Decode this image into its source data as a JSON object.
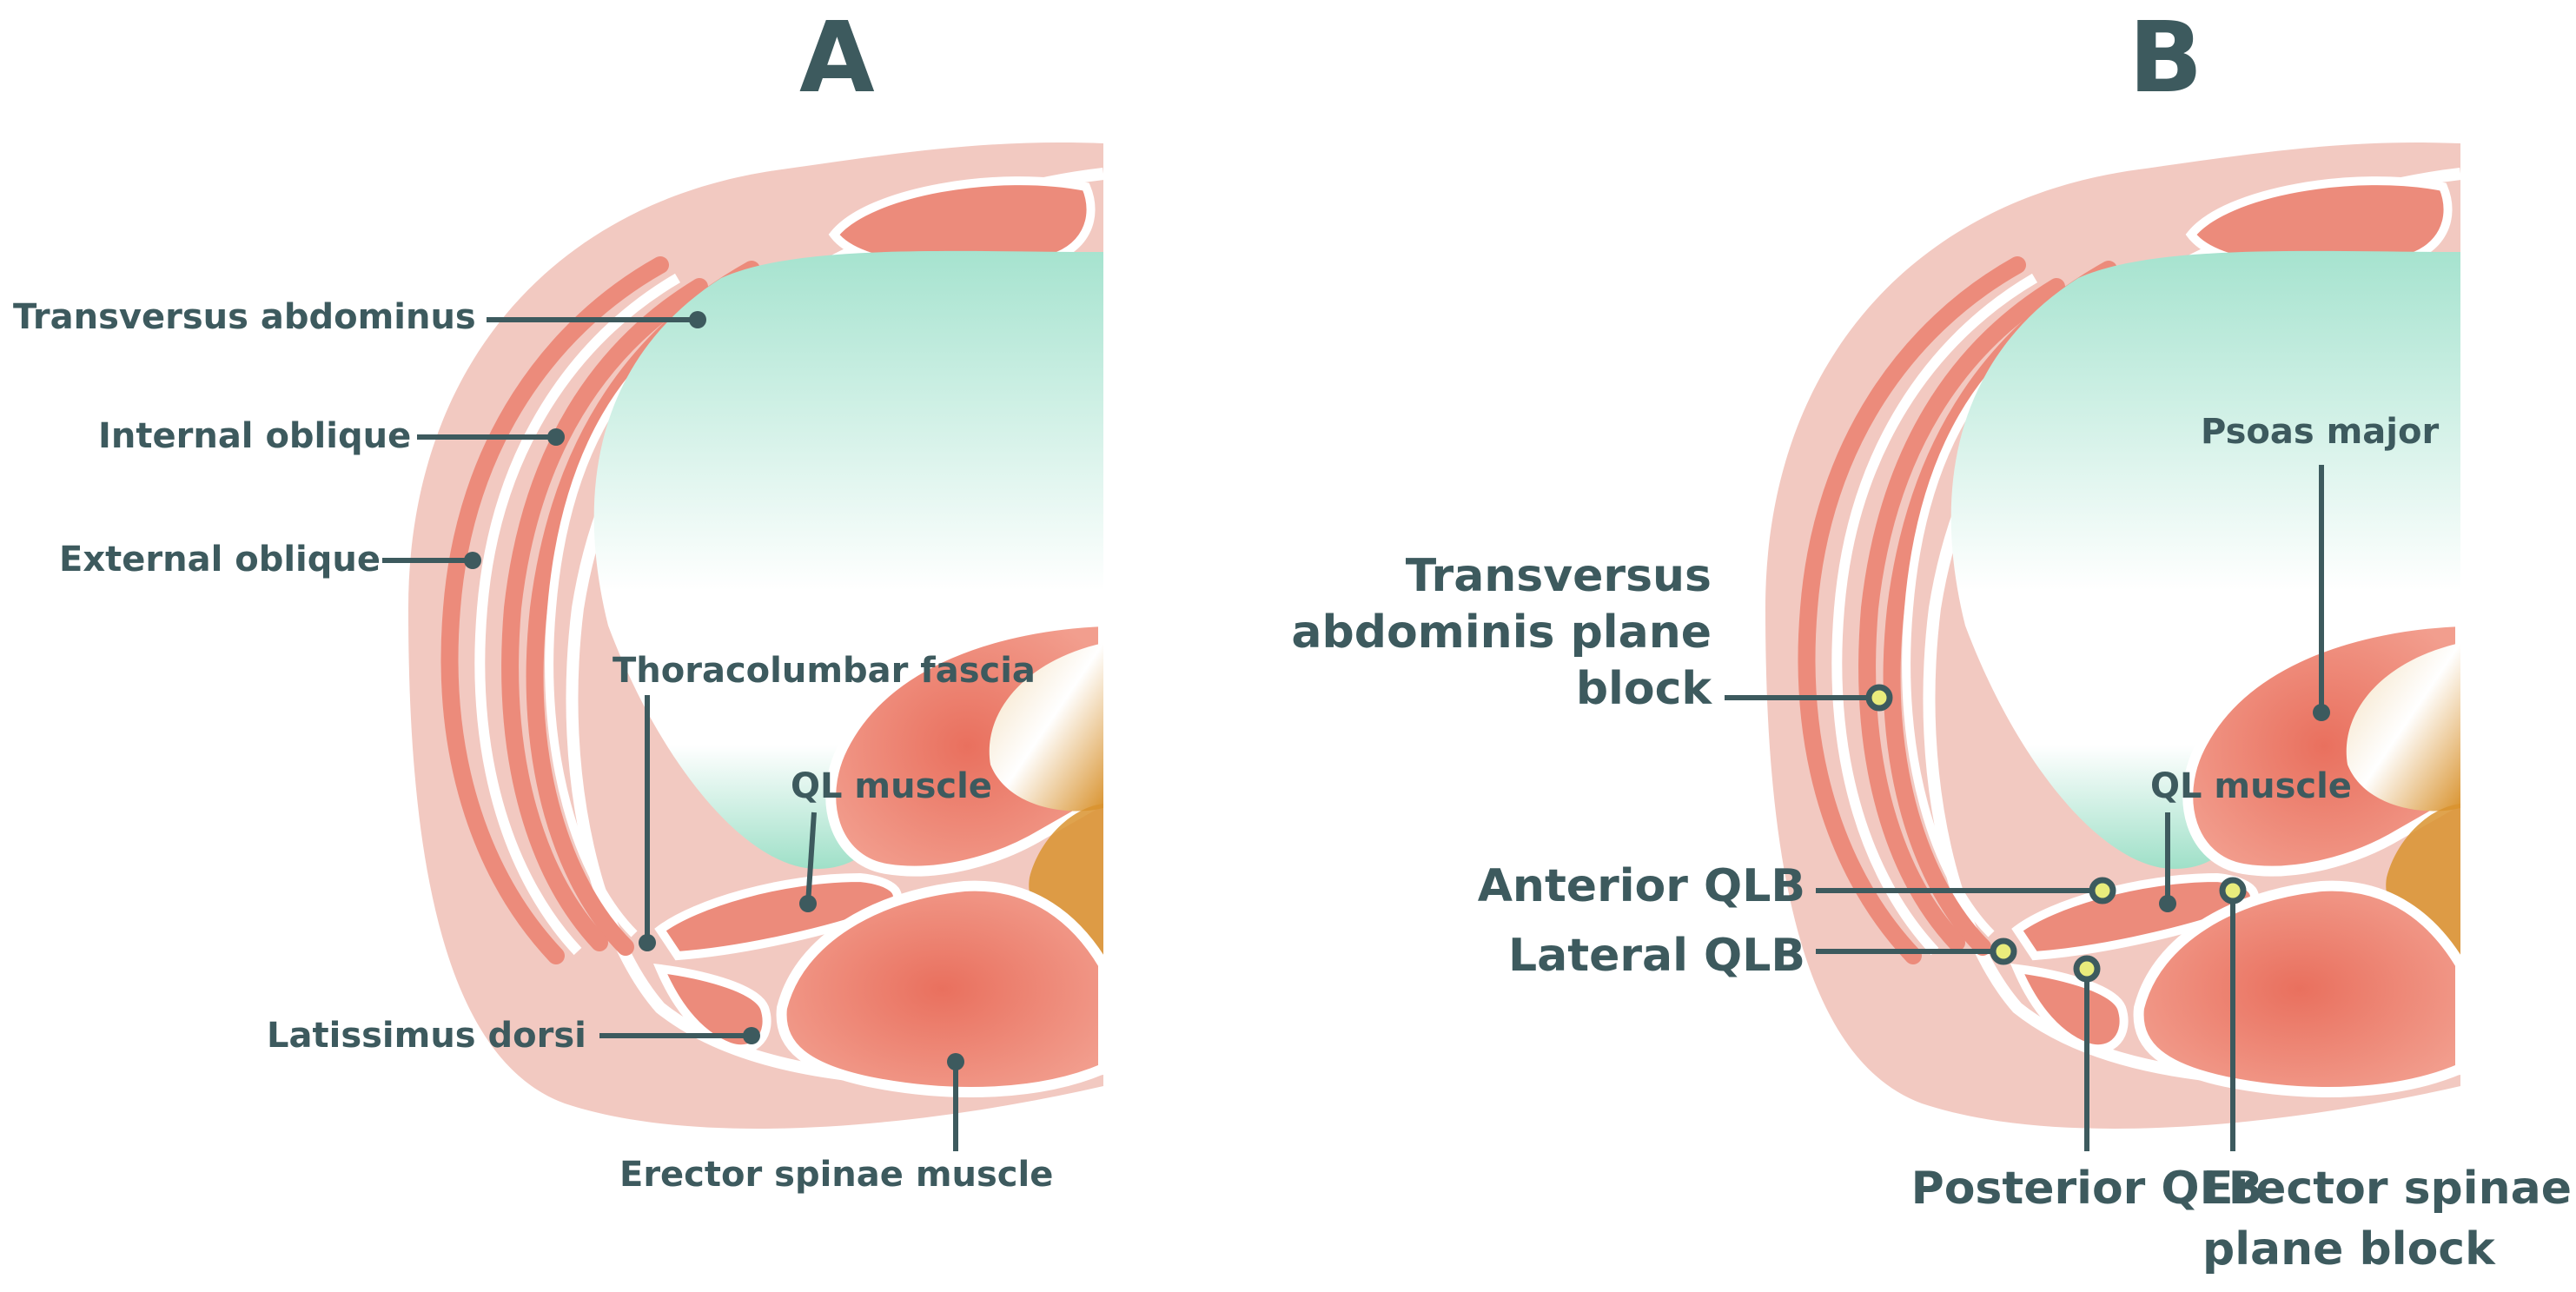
{
  "panels": {
    "a": {
      "letter": "A",
      "labels": {
        "transversus_abdominus": "Transversus abdominus",
        "internal_oblique": "Internal oblique",
        "external_oblique": "External oblique",
        "thoracolumbar_fascia": "Thoracolumbar fascia",
        "ql_muscle": "QL muscle",
        "latissimus_dorsi": "Latissimus dorsi",
        "erector_spinae_muscle": "Erector spinae muscle"
      }
    },
    "b": {
      "letter": "B",
      "labels": {
        "psoas_major": "Psoas major",
        "tap_block_line1": "Transversus",
        "tap_block_line2": "abdominis plane",
        "tap_block_line3": "block",
        "ql_muscle": "QL muscle",
        "anterior_qlb": "Anterior QLB",
        "lateral_qlb": "Lateral QLB",
        "posterior_qlb": "Posterior QLB",
        "esp_block_line1": "Erector spinae",
        "esp_block_line2": "plane block"
      }
    }
  },
  "colors": {
    "outer_tissue": "#f2c9c1",
    "muscle": "#ec8b7b",
    "muscle_dark": "#e06a58",
    "cavity_top": "#a6e3cf",
    "cavity_bottom": "#ffffff",
    "spine": "#e6b46c",
    "label": "#3d5a5e",
    "injection_point": "#e9ec7c"
  }
}
